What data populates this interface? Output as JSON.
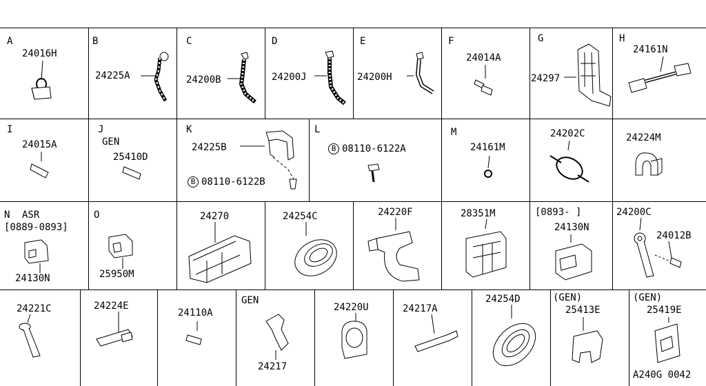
{
  "cells": {
    "A": {
      "letter": "A",
      "parts": [
        "24016H"
      ]
    },
    "B": {
      "letter": "B",
      "parts": [
        "24225A"
      ]
    },
    "C": {
      "letter": "C",
      "parts": [
        "24200B"
      ]
    },
    "D": {
      "letter": "D",
      "parts": [
        "24200J"
      ]
    },
    "E": {
      "letter": "E",
      "parts": [
        "24200H"
      ]
    },
    "F": {
      "letter": "F",
      "parts": [
        "24014A"
      ]
    },
    "G": {
      "letter": "G",
      "parts": [
        "24297"
      ]
    },
    "H": {
      "letter": "H",
      "parts": [
        "24161N"
      ]
    },
    "I": {
      "letter": "I",
      "parts": [
        "24015A"
      ]
    },
    "J": {
      "letter": "J",
      "note": "GEN",
      "parts": [
        "25410D"
      ]
    },
    "K": {
      "letter": "K",
      "parts": [
        "24225B",
        "08110-6122B"
      ],
      "bolt_symbol": "B"
    },
    "L": {
      "letter": "L",
      "parts": [
        "08110-6122A"
      ],
      "bolt_symbol": "B"
    },
    "M": {
      "letter": "M",
      "parts": [
        "24161M"
      ]
    },
    "R2C6": {
      "parts": [
        "24202C"
      ]
    },
    "R2C7": {
      "parts": [
        "24224M"
      ]
    },
    "N": {
      "letter": "N",
      "note": "ASR",
      "date": "[0889-0893]",
      "parts": [
        "24130N"
      ]
    },
    "O": {
      "letter": "O",
      "parts": [
        "25950M"
      ]
    },
    "R3C3": {
      "parts": [
        "24270"
      ]
    },
    "R3C4": {
      "parts": [
        "24254C"
      ]
    },
    "R3C5": {
      "parts": [
        "24220F"
      ]
    },
    "R3C6": {
      "parts": [
        "28351M"
      ]
    },
    "R3C7": {
      "date": "[0893-     ]",
      "parts": [
        "24130N"
      ]
    },
    "R3C8": {
      "parts": [
        "24200C",
        "24012B"
      ]
    },
    "R4C1": {
      "parts": [
        "24221C"
      ]
    },
    "R4C2": {
      "parts": [
        "24224E"
      ]
    },
    "R4C3": {
      "parts": [
        "24110A"
      ]
    },
    "R4C4": {
      "note": "GEN",
      "parts": [
        "24217"
      ]
    },
    "R4C5": {
      "parts": [
        "24220U"
      ]
    },
    "R4C6": {
      "parts": [
        "24217A"
      ]
    },
    "R4C7": {
      "parts": [
        "24254D"
      ]
    },
    "R4C8": {
      "note": "(GEN)",
      "parts": [
        "25413E"
      ]
    },
    "R4C9": {
      "note": "(GEN)",
      "parts": [
        "25419E"
      ]
    }
  },
  "diagram_code": "A240G 0042"
}
